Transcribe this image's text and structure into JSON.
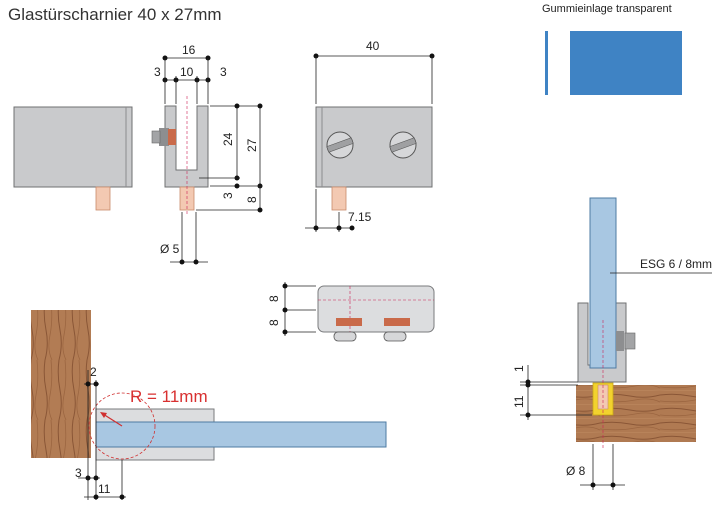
{
  "title": "Glastürscharnier 40 x 27mm",
  "legend": {
    "label": "Gummieinlage transparent",
    "color": "#3f83c4"
  },
  "dimensions": {
    "width_16": "16",
    "width_10": "10",
    "side_3_left": "3",
    "side_3_right": "3",
    "height_24": "24",
    "height_27": "27",
    "bottom_3": "3",
    "bottom_8": "8",
    "length_40": "40",
    "pin_offset": "7.15",
    "pin_diameter": "Ø 5",
    "screw_8_top": "8",
    "screw_8_bottom": "8",
    "radius": "R = 11mm",
    "gap_2": "2",
    "bottom_left_3": "3",
    "bottom_left_11": "11",
    "right_1": "1",
    "right_11": "11",
    "right_diameter": "Ø 8"
  },
  "labels": {
    "glass_type": "ESG 6 / 8mm"
  },
  "colors": {
    "steel": "#c9cacc",
    "glass": "#a8c7e2",
    "wood": "#b07a52",
    "rubber": "#3f83c4",
    "pin": "#f3c9b2",
    "radius_text": "#d83030",
    "plastic_insert": "#f2d22e"
  }
}
